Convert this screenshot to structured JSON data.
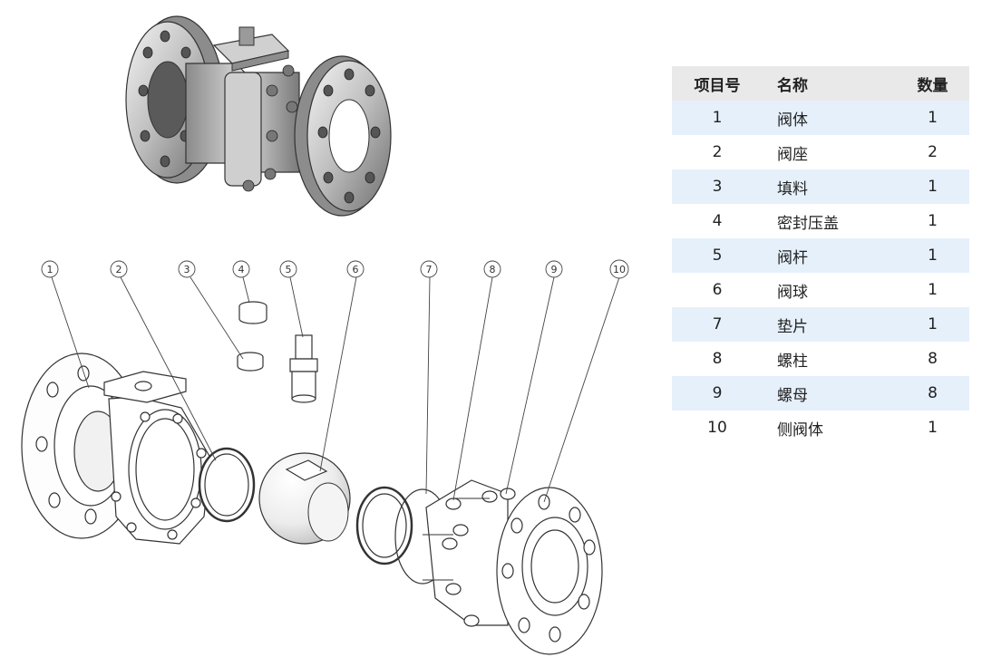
{
  "table": {
    "headers": {
      "no": "项目号",
      "name": "名称",
      "qty": "数量"
    },
    "rows": [
      {
        "no": "1",
        "name": "阀体",
        "qty": "1"
      },
      {
        "no": "2",
        "name": "阀座",
        "qty": "2"
      },
      {
        "no": "3",
        "name": "填料",
        "qty": "1"
      },
      {
        "no": "4",
        "name": "密封压盖",
        "qty": "1"
      },
      {
        "no": "5",
        "name": "阀杆",
        "qty": "1"
      },
      {
        "no": "6",
        "name": "阀球",
        "qty": "1"
      },
      {
        "no": "7",
        "name": "垫片",
        "qty": "1"
      },
      {
        "no": "8",
        "name": "螺柱",
        "qty": "8"
      },
      {
        "no": "9",
        "name": "螺母",
        "qty": "8"
      },
      {
        "no": "10",
        "name": "侧阀体",
        "qty": "1"
      }
    ]
  },
  "callouts": [
    "1",
    "2",
    "3",
    "4",
    "5",
    "6",
    "7",
    "8",
    "9",
    "10"
  ]
}
